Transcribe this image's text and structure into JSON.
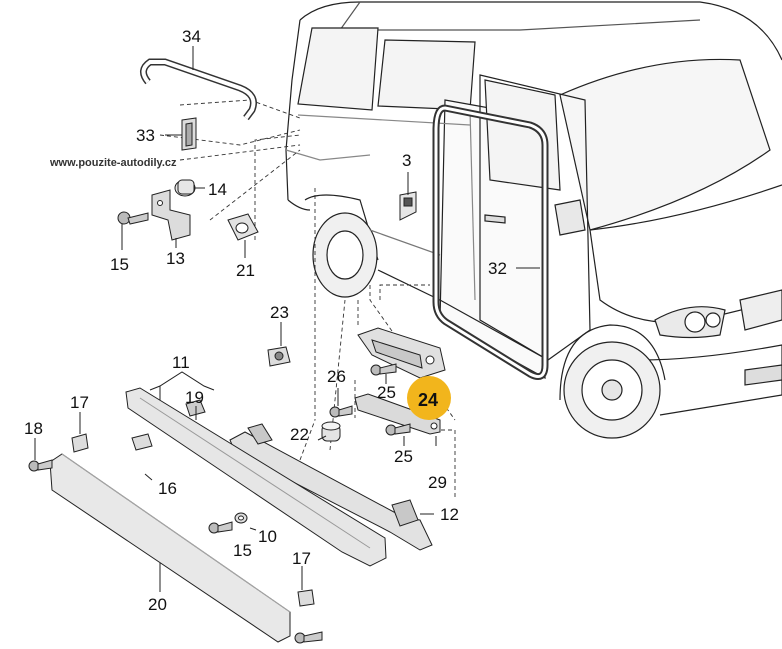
{
  "watermark": "www.pouzite-autodily.cz",
  "highlight_color": "#f2b51c",
  "labels": {
    "l34": "34",
    "l33": "33",
    "l14": "14",
    "l15a": "15",
    "l13": "13",
    "l21": "21",
    "l3": "3",
    "l32": "32",
    "l23": "23",
    "l26": "26",
    "l25a": "25",
    "l24": "24",
    "l22": "22",
    "l25b": "25",
    "l29": "29",
    "l11": "11",
    "l19": "19",
    "l17a": "17",
    "l18": "18",
    "l16": "16",
    "l12": "12",
    "l15b": "15",
    "l10": "10",
    "l17b": "17",
    "l20": "20"
  }
}
